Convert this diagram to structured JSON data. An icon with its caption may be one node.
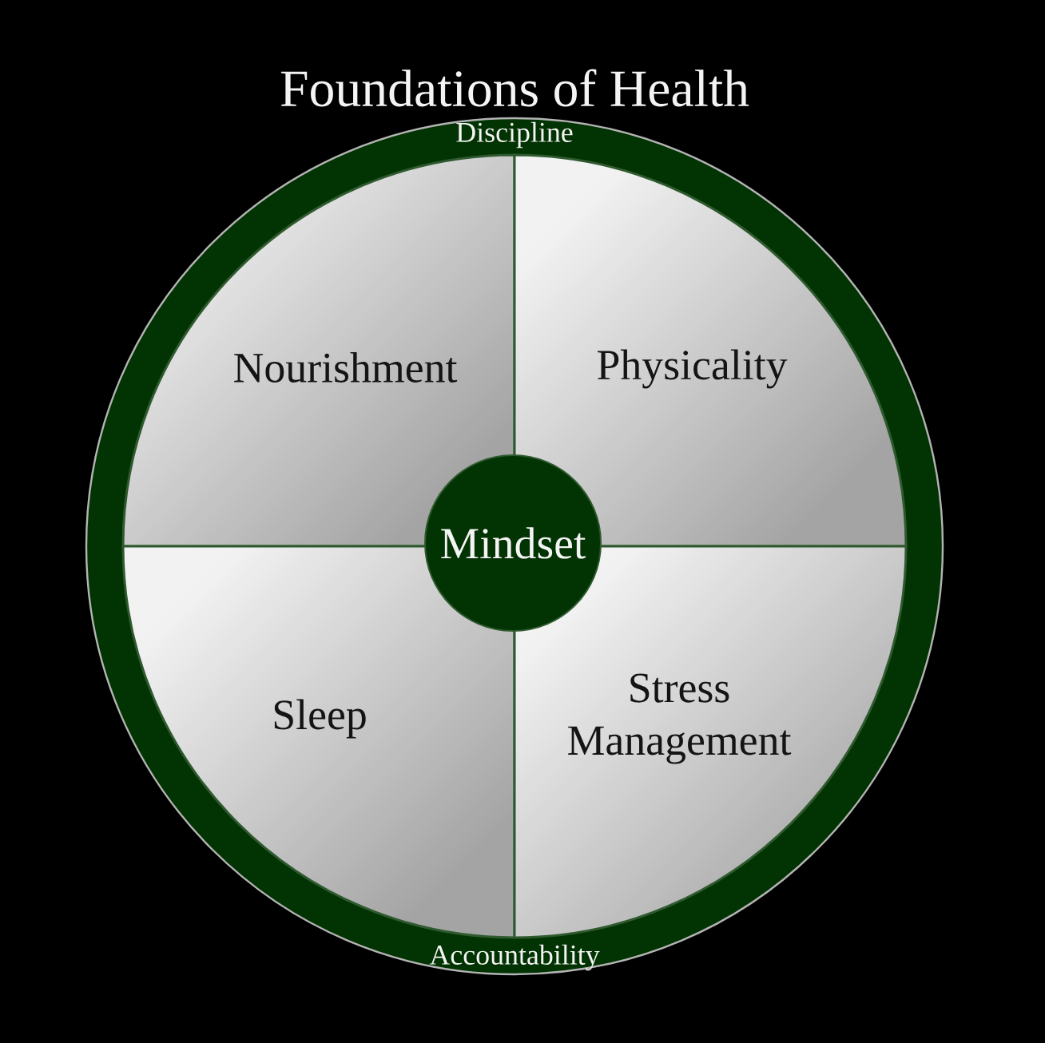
{
  "diagram": {
    "title": "Foundations of Health",
    "nodes": [
      {
        "text": [
          "Discipline",
          "Accountability"
        ]
      },
      {
        "text": [
          "Nourishment"
        ],
        "in": 0
      },
      {
        "text": [
          "Physicality"
        ],
        "in": 0
      },
      {
        "text": [
          "Sleep"
        ],
        "in": 0
      },
      {
        "text": [
          "Stress Management"
        ],
        "in": 0
      },
      {
        "text": [
          "Mindset"
        ],
        "in": 0
      }
    ]
  }
}
